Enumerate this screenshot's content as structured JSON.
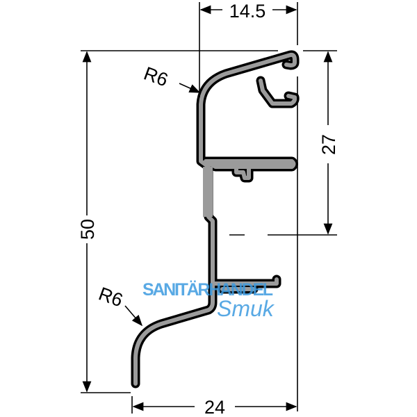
{
  "dimensions": {
    "top_width": "14.5",
    "height_total": "50",
    "height_upper": "27",
    "bottom_width": "24",
    "radius_upper": "R6",
    "radius_lower": "R6"
  },
  "watermark": {
    "line1": "SANITÄRHANDEL",
    "line2": "Smuk"
  },
  "colors": {
    "profile_fill": "#9b9b9b",
    "outline": "#000000",
    "watermark": "#3d9be0"
  }
}
